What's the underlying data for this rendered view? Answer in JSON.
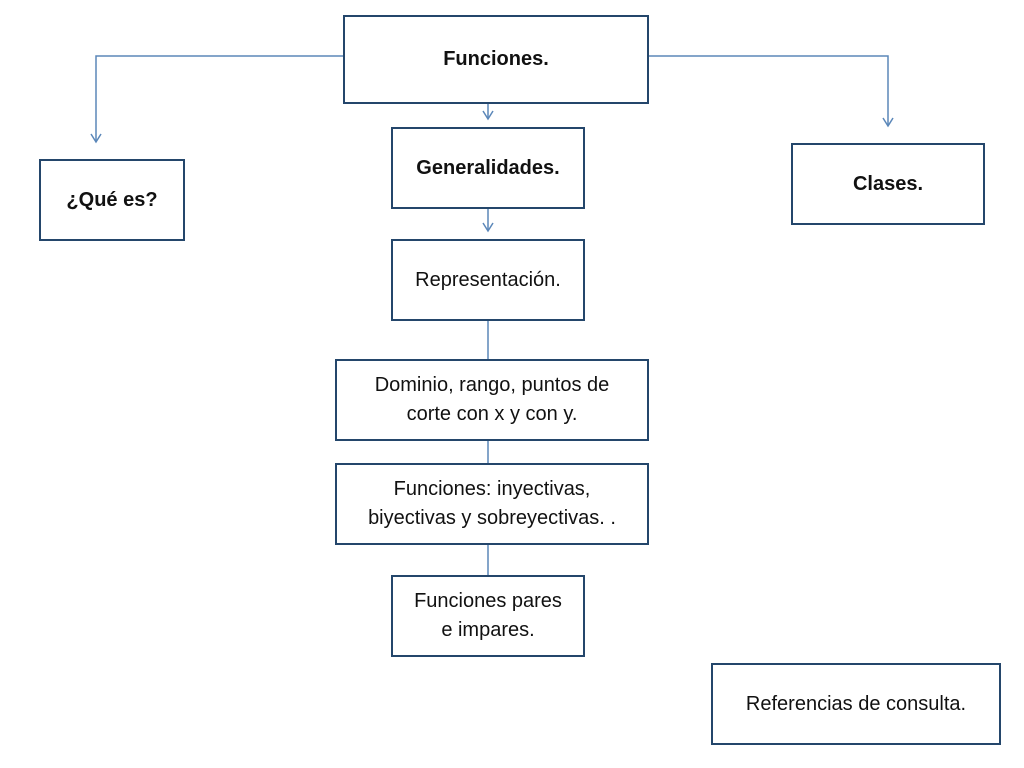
{
  "diagram": {
    "colors": {
      "box_border": "#24466b",
      "connector": "#5b87b9",
      "text": "#111111",
      "background": "#ffffff"
    },
    "nodes": {
      "funciones": {
        "label": "Funciones."
      },
      "que_es": {
        "label": "¿Qué es?"
      },
      "generalidades": {
        "label": "Generalidades."
      },
      "clases": {
        "label": "Clases."
      },
      "representacion": {
        "label": "Representación."
      },
      "dominio": {
        "label": "Dominio, rango, puntos de\ncorte con x y con y."
      },
      "inyectivas": {
        "label": "Funciones: inyectivas,\nbiyectivas y sobreyectivas. ."
      },
      "pares": {
        "label": "Funciones pares\ne impares."
      },
      "referencias": {
        "label": "Referencias de consulta."
      }
    },
    "edges": [
      {
        "from": "funciones",
        "to": "que_es",
        "arrow": true
      },
      {
        "from": "funciones",
        "to": "generalidades",
        "arrow": true
      },
      {
        "from": "funciones",
        "to": "clases",
        "arrow": true
      },
      {
        "from": "generalidades",
        "to": "representacion",
        "arrow": true
      },
      {
        "from": "representacion",
        "to": "dominio",
        "arrow": false
      },
      {
        "from": "dominio",
        "to": "inyectivas",
        "arrow": false
      },
      {
        "from": "inyectivas",
        "to": "pares",
        "arrow": false
      }
    ]
  }
}
